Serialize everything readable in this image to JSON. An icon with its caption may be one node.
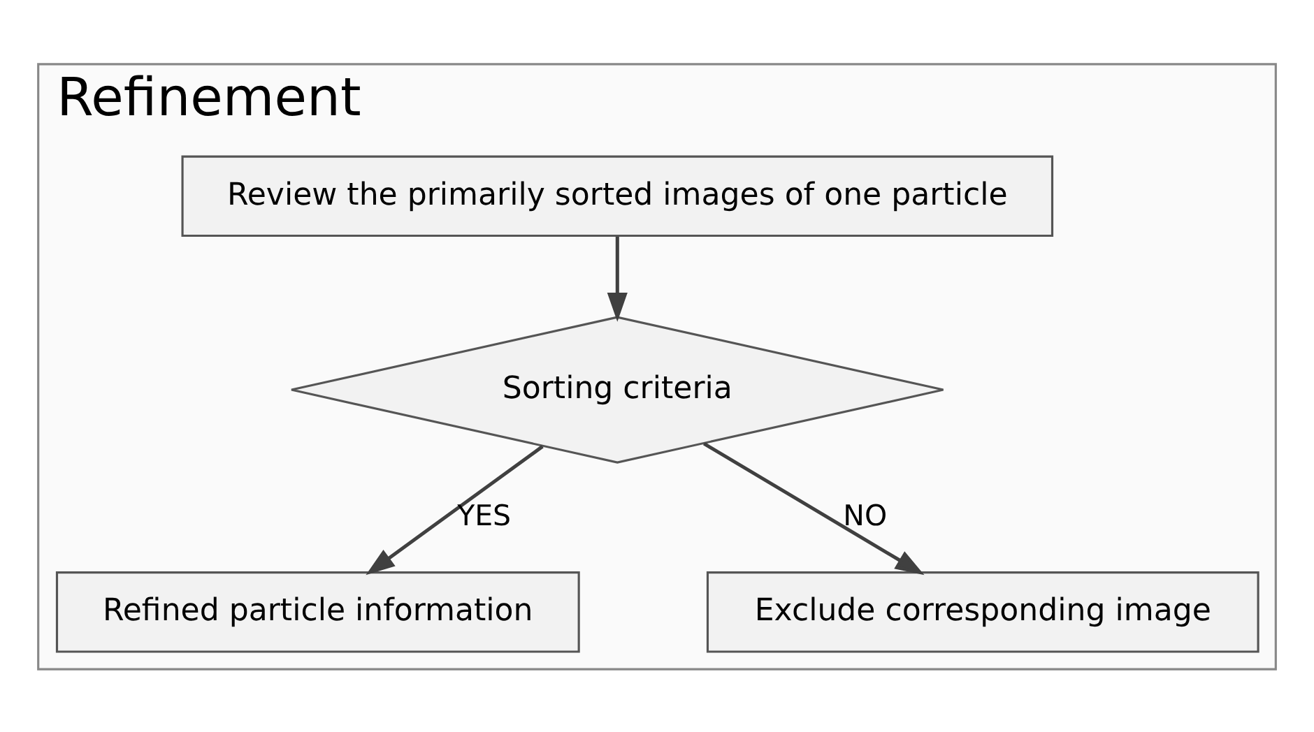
{
  "diagram": {
    "nodes": [
      {
        "text": [
          "Refinement"
        ]
      },
      {
        "text": [
          "Review the primarily sorted images of one particle"
        ],
        "in": 0
      },
      {
        "text": [
          "Sorting criteria"
        ],
        "in": 0
      },
      {
        "text": [
          "Refined particle information"
        ],
        "in": 0
      },
      {
        "text": [
          "Exclude corresponding image"
        ],
        "in": 0
      }
    ],
    "edges": [
      {
        "from": 1,
        "to": 2,
        "arrow": "to"
      },
      {
        "from": 2,
        "to": 3,
        "arrow": "to",
        "label": "YES"
      },
      {
        "from": 2,
        "to": 4,
        "arrow": "to",
        "label": "NO"
      }
    ]
  }
}
